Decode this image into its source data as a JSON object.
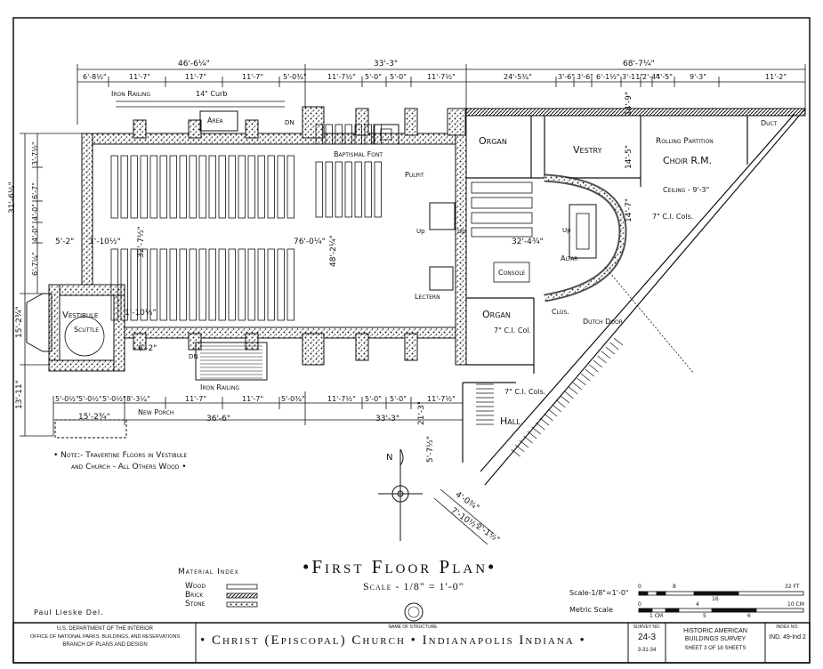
{
  "title": "•First Floor Plan•",
  "scale": "Scale - 1/8\" = 1'-0\"",
  "note_line1": "• Note:- Travertine Floors in Vestibule",
  "note_line2": "and Church - All Others Wood •",
  "delineator": "Paul Lieske  Del.",
  "material_index": {
    "heading": "Material Index",
    "wood": "Wood",
    "brick": "Brick",
    "stone": "Stone"
  },
  "north": "N",
  "scale_bar": {
    "label": "Scale-1/8\"=1'-0\"",
    "metric_label": "Metric Scale",
    "ft_ticks": [
      "0",
      "8",
      "16",
      "32 FT"
    ],
    "m_ticks": [
      "0",
      "4",
      "10 CM"
    ],
    "cm_ticks": [
      "1 CM",
      "5",
      "6"
    ]
  },
  "title_block": {
    "agency1": "U.S. DEPARTMENT OF THE INTERIOR",
    "agency2": "OFFICE OF NATIONAL PARKS, BUILDINGS, AND RESERVATIONS",
    "agency3": "BRANCH OF PLANS AND DESIGN",
    "name_label": "NAME OF STRUCTURE",
    "structure": "• Christ (Episcopal) Church • Indianapolis Indiana •",
    "survey_label": "SURVEY NO.",
    "survey_no": "24-3",
    "date": "3-31-34",
    "habs1": "HISTORIC AMERICAN",
    "habs2": "BUILDINGS SURVEY",
    "sheet": "SHEET 3 OF 18 SHEETS",
    "index_label": "INDEX NO.",
    "index_no": "IND. 49-Ind 2"
  },
  "rooms": {
    "organ1": "Organ",
    "organ2": "Organ",
    "vestry": "Vestry",
    "choir": "Choir R.M.",
    "rolling": "Rolling Partition",
    "ceiling": "Ceiling - 9'-3\"",
    "cols1": "7\" C.I. Cols.",
    "cols2": "7\" C.I. Col.",
    "cols3": "7\" C.I. Cols.",
    "altar": "Altar",
    "console": "Console",
    "lectern": "Lectern",
    "pulpit": "Pulpit",
    "font": "Baptismal Font",
    "vestibule": "Vestibule",
    "scuttle": "Scuttle",
    "hall": "Hall",
    "clos": "Clos.",
    "dutch": "Dutch Door",
    "duct": "Duct",
    "area": "Area",
    "iron_rail_top": "Iron Railing",
    "curb": "14\" Curb",
    "iron_rail_bot": "Iron Railing",
    "porch": "New Porch",
    "up1": "Up",
    "up2": "Up",
    "up3": "Up",
    "dn": "DN",
    "dn2": "DN"
  },
  "dims": {
    "top_total1": "46'-6¼\"",
    "top_total2": "33'-3\"",
    "top_total3": "68'-7¼\"",
    "top_row": [
      "6'-8½\"",
      "11'-7\"",
      "11'-7\"",
      "11'-7\"",
      "5'-0¾\"",
      "11'-7½\"",
      "5'-0\"",
      "5'-0\"",
      "11'-7½\"",
      "24'-5¾\"",
      "3'-6\"",
      "3'-6\"",
      "6'-1½\"",
      "3'-11\"",
      "2'-4\"",
      "4'-5\"",
      "9'-3\"",
      "11'-2\""
    ],
    "bot_row": [
      "5'-0½\"",
      "5'-0½\"",
      "5'-0½\"",
      "8'-3¼\"",
      "11'-7\"",
      "11'-7\"",
      "5'-0¾\"",
      "11'-7½\"",
      "5'-0\"",
      "5'-0\"",
      "11'-7½\""
    ],
    "bot_total1": "15'-2¾\"",
    "bot_total2": "36'-6\"",
    "bot_total3": "33'-3\"",
    "left_total": "31'-6½\"",
    "left_total2": "13'-11\"",
    "left_total3": "15'-2¾\"",
    "left_row": [
      "3'-7½\"",
      "6'-7\"",
      "4'-0\"",
      "4'-0\"",
      "6'-7¼\""
    ],
    "nave_len": "76'-0¼\"",
    "nave_wid": "48'-2¼\"",
    "nave_half": "32'-7½\"",
    "chancel": "32'-4¾\"",
    "v1": "14'-5\"",
    "v2": "14'-7\"",
    "v3": "14'-9\"",
    "s1": "5'-2\"",
    "s2": "1'-10½\"",
    "s3": "1'-10½\"",
    "s4": "6'-2\"",
    "s5": "21'-3\"",
    "s6": "5'-7½\"",
    "s7": "7'-10½\"",
    "s8": "2'-1½\"",
    "s9": "4'-0¾\""
  }
}
